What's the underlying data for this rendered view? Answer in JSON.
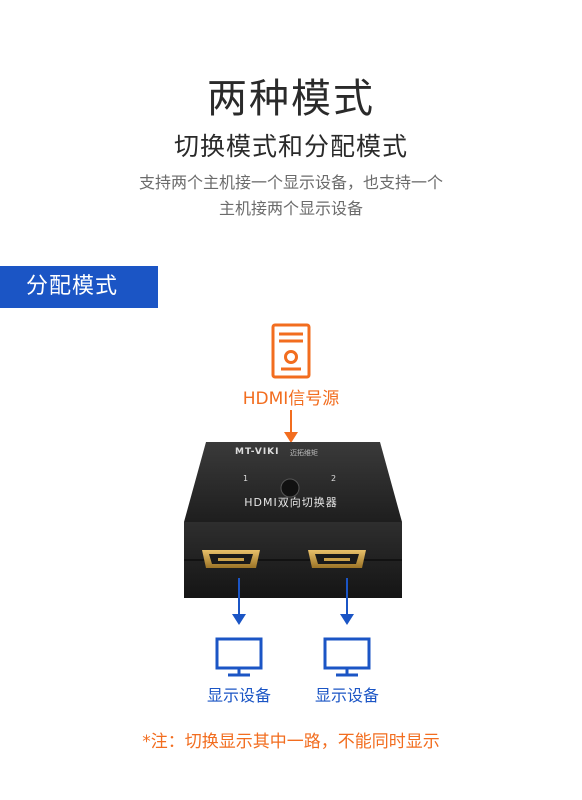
{
  "header": {
    "title": "两种模式",
    "subtitle": "切换模式和分配模式",
    "description_line1": "支持两个主机接一个显示设备，也支持一个",
    "description_line2": "主机接两个显示设备"
  },
  "section_tag": "分配模式",
  "diagram": {
    "source_label": "HDMI信号源",
    "device": {
      "brand": "MT-VIKI",
      "brand_sub": "迈拓维矩",
      "port1_label": "1",
      "port2_label": "2",
      "model_text": "HDMI双向切换器"
    },
    "display1_label": "显示设备",
    "display2_label": "显示设备"
  },
  "note": "*注：切换显示其中一路，不能同时显示",
  "colors": {
    "accent_blue": "#1b55c5",
    "accent_orange": "#f26d1f"
  },
  "icons": [
    "computer-tower-icon",
    "monitor-icon",
    "arrow-down-icon"
  ]
}
